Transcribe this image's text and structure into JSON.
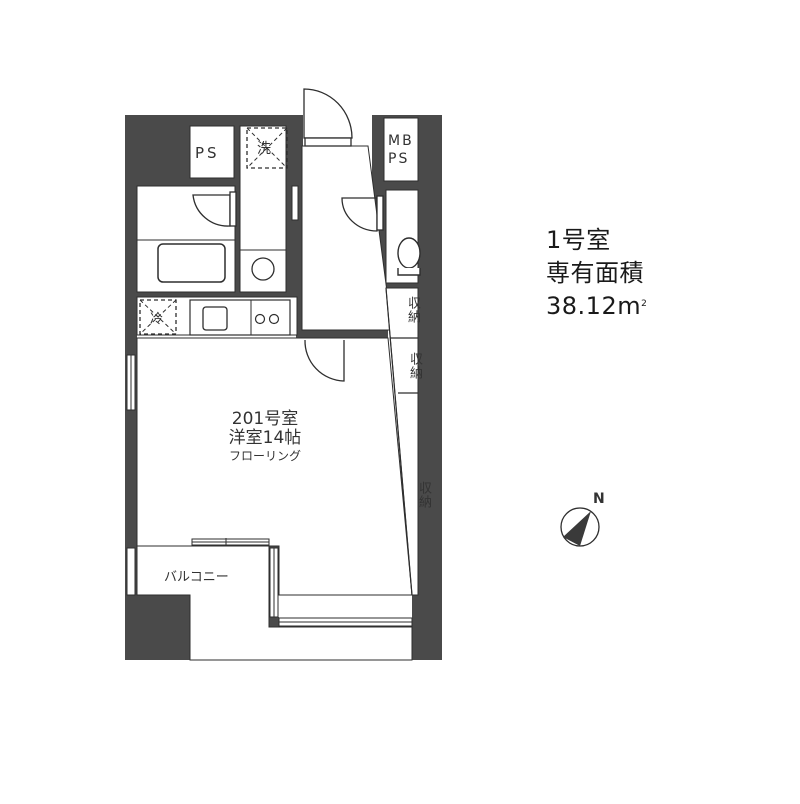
{
  "info": {
    "room_number": "1号室",
    "area_label": "専有面積",
    "area_value": "38.12m",
    "area_unit_sup": "2"
  },
  "plan": {
    "main_room": {
      "name": "201号室",
      "type": "洋室14帖",
      "flooring": "フローリング"
    },
    "labels": {
      "ps": "PS",
      "mbps_top": "MB",
      "mbps_bottom": "PS",
      "washer": "洗",
      "fridge": "冷",
      "storage_1": "収納",
      "storage_2": "収納",
      "storage_3": "収納",
      "balcony": "バルコニー"
    },
    "compass_label": "N",
    "colors": {
      "wall": "#4a4a4a",
      "line": "#2e2e2e",
      "floor": "#ffffff",
      "fixture_bg": "#f2f2f2"
    }
  }
}
